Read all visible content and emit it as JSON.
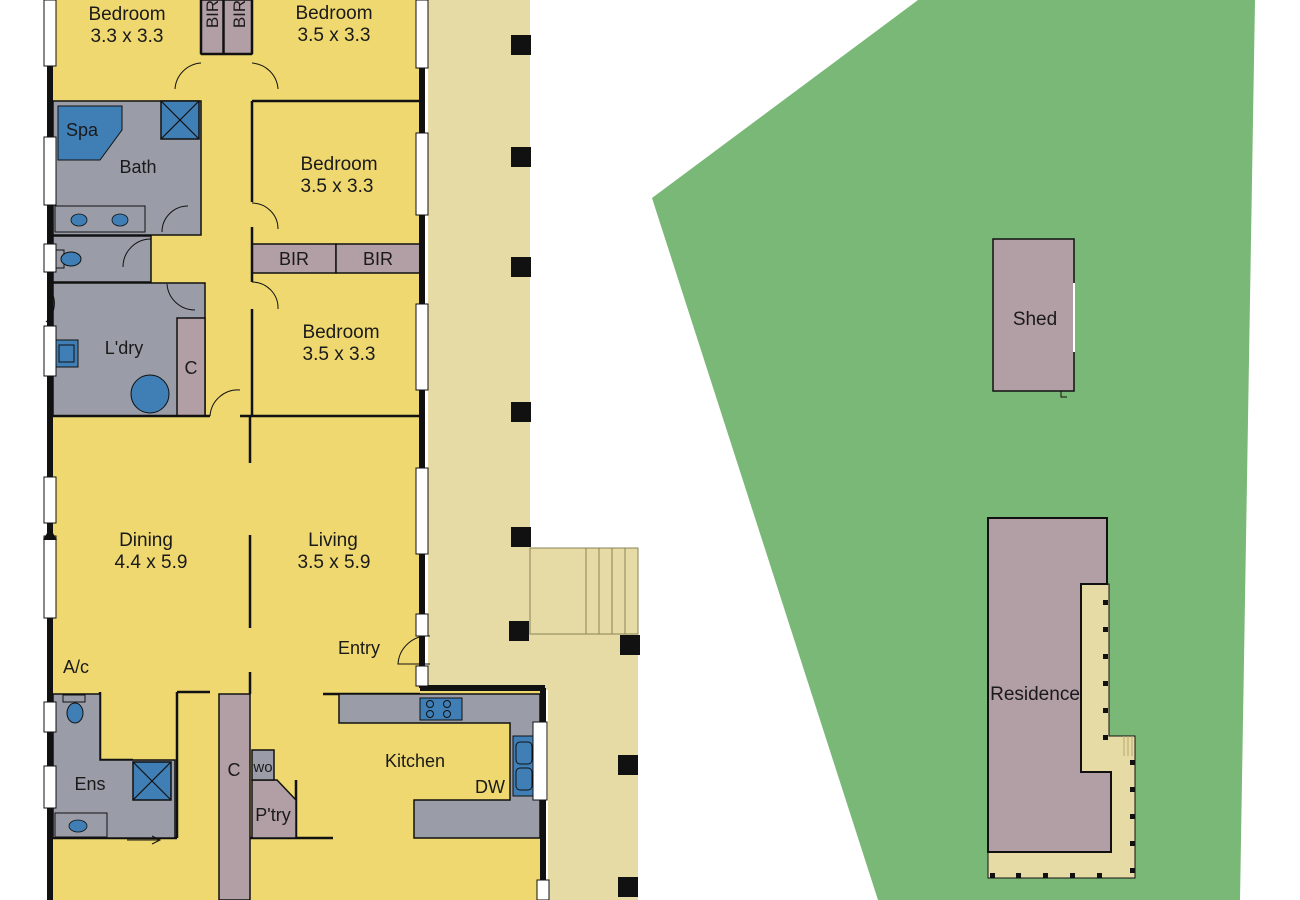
{
  "colors": {
    "room_yellow": "#eed86f",
    "wet_grey": "#9a9da7",
    "robe_mauve": "#b29ea5",
    "deck_tan": "#e6dba4",
    "garden_green": "#7ab877",
    "fixture_blue": "#3f7fb5",
    "wall": "#111111",
    "window": "#ffffff"
  },
  "rooms": [
    {
      "id": "bedroom-1",
      "name": "Bedroom",
      "size": "3.3 x 3.3"
    },
    {
      "id": "bedroom-2",
      "name": "Bedroom",
      "size": "3.5 x 3.3"
    },
    {
      "id": "bedroom-3",
      "name": "Bedroom",
      "size": "3.5 x 3.3"
    },
    {
      "id": "bedroom-4",
      "name": "Bedroom",
      "size": "3.5 x 3.3"
    },
    {
      "id": "dining",
      "name": "Dining",
      "size": "4.4 x 5.9"
    },
    {
      "id": "living",
      "name": "Living",
      "size": "3.5 x 5.9"
    }
  ],
  "labels": {
    "bath": "Bath",
    "spa": "Spa",
    "laundry": "L'dry",
    "cupboard": "C",
    "bir": "BIR",
    "entry": "Entry",
    "aircon": "A/c",
    "ensuite": "Ens",
    "kitchen": "Kitchen",
    "dishwasher": "DW",
    "pantry": "P'try",
    "wall_oven": "wo",
    "shed": "Shed",
    "residence": "Residence"
  }
}
